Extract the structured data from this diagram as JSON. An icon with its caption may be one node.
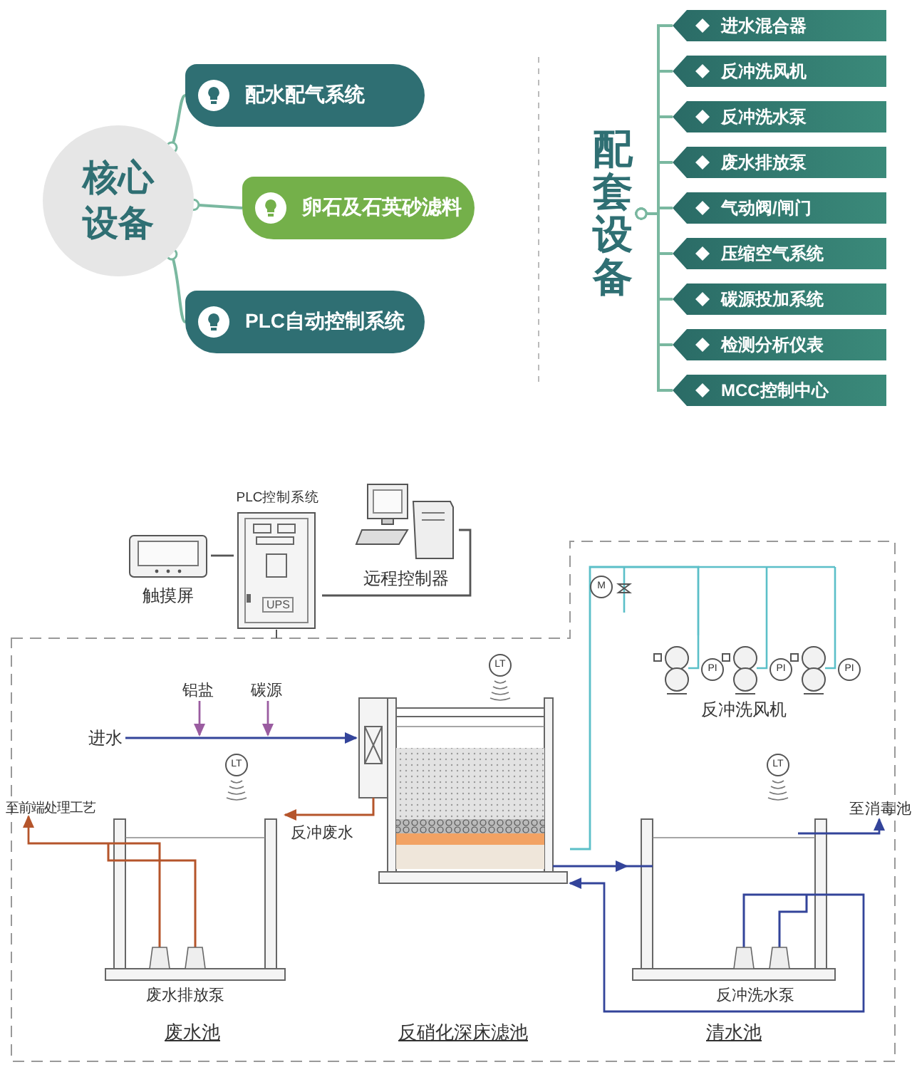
{
  "diagram": {
    "nodes": [
      {
        "text": [
          "核心设备"
        ]
      },
      {
        "text": [
          "配水配气系统"
        ]
      },
      {
        "text": [
          "卵石及石英砂滤料"
        ]
      },
      {
        "text": [
          "PLC自动控制系统"
        ]
      },
      {
        "text": [
          "配套设备"
        ]
      },
      {
        "text": [
          "进水混合器"
        ]
      },
      {
        "text": [
          "反冲洗风机"
        ]
      },
      {
        "text": [
          "反冲洗水泵"
        ]
      },
      {
        "text": [
          "废水排放泵"
        ]
      },
      {
        "text": [
          "气动阀/闸门"
        ]
      },
      {
        "text": [
          "压缩空气系统"
        ]
      },
      {
        "text": [
          "碳源投加系统"
        ]
      },
      {
        "text": [
          "检测分析仪表"
        ]
      },
      {
        "text": [
          "MCC控制中心"
        ]
      },
      {
        "text": [
          "PLC控制系统",
          "UPS"
        ]
      },
      {
        "text": [
          "触摸屏"
        ]
      },
      {
        "text": [
          "远程控制器"
        ]
      },
      {
        "text": [
          "废水池"
        ]
      },
      {
        "text": [
          "反硝化深床滤池"
        ]
      },
      {
        "text": [
          "清水池"
        ]
      },
      {
        "text": [
          "反冲洗风机"
        ]
      },
      {
        "text": [
          "进水"
        ]
      },
      {
        "text": [
          "铝盐"
        ]
      },
      {
        "text": [
          "碳源"
        ]
      },
      {
        "text": [
          "至前端处理工艺"
        ]
      },
      {
        "text": [
          "至消毒池"
        ]
      }
    ],
    "edges": [
      {
        "from": 0,
        "to": 1,
        "arrow": "other"
      },
      {
        "from": 0,
        "to": 2,
        "arrow": "other"
      },
      {
        "from": 0,
        "to": 3,
        "arrow": "other"
      },
      {
        "from": 4,
        "to": 5,
        "arrow": "other"
      },
      {
        "from": 4,
        "to": 6,
        "arrow": "other"
      },
      {
        "from": 4,
        "to": 7,
        "arrow": "other"
      },
      {
        "from": 4,
        "to": 8,
        "arrow": "other"
      },
      {
        "from": 4,
        "to": 9,
        "arrow": "other"
      },
      {
        "from": 4,
        "to": 10,
        "arrow": "other"
      },
      {
        "from": 4,
        "to": 11,
        "arrow": "other"
      },
      {
        "from": 4,
        "to": 12,
        "arrow": "other"
      },
      {
        "from": 4,
        "to": 13,
        "arrow": "other"
      },
      {
        "from": 15,
        "to": 14,
        "arrow": "none",
        "color": "#555555"
      },
      {
        "from": 14,
        "to": 16,
        "arrow": "none",
        "color": "#555555"
      },
      {
        "from": 20,
        "to": 18,
        "arrow": "none",
        "color": "#5bbfc8"
      },
      {
        "from": 18,
        "to": 19,
        "arrow": "to",
        "color": "#33449a"
      },
      {
        "from": 19,
        "to": 18,
        "arrow": "to",
        "color": "#33449a"
      },
      {
        "from": 18,
        "to": 17,
        "label": "反冲废水",
        "arrow": "to",
        "color": "#b5552b"
      },
      {
        "from": 21,
        "to": 18,
        "arrow": "to",
        "color": "#33449a"
      },
      {
        "from": 22,
        "to": null,
        "arrow": "to",
        "color": "#9a5ca0"
      },
      {
        "from": 23,
        "to": null,
        "arrow": "to",
        "color": "#9a5ca0"
      },
      {
        "from": 17,
        "to": 24,
        "arrow": "to",
        "color": "#b5552b"
      },
      {
        "from": 19,
        "to": 25,
        "arrow": "to",
        "color": "#33449a"
      }
    ],
    "labels": [
      "M",
      "PI",
      "PI",
      "PI",
      "LT",
      "LT",
      "LT",
      "废水排放泵",
      "反冲洗水泵"
    ]
  }
}
